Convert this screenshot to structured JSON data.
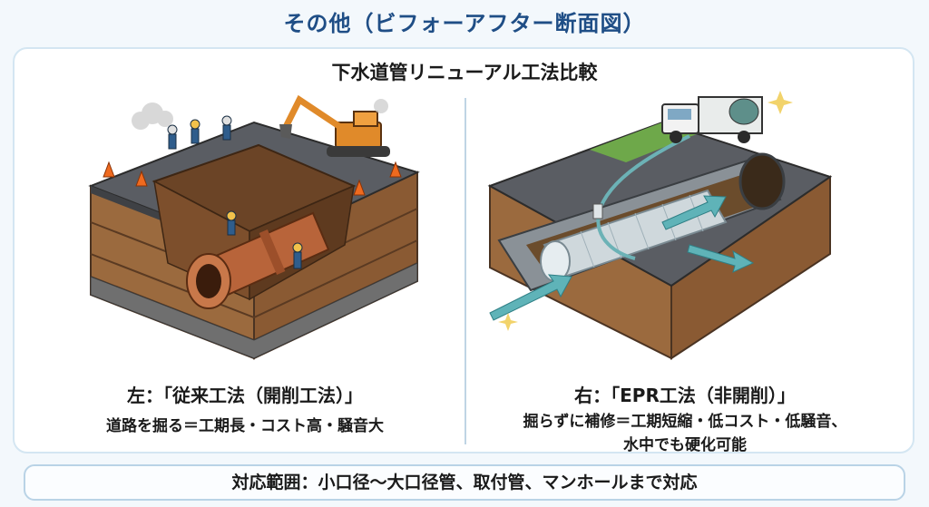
{
  "page_title": "その他（ビフォーアフター断面図）",
  "subtitle": "下水道管リニューアル工法比較",
  "left": {
    "heading": "左：「従来工法（開削工法）」",
    "description": "道路を掘る＝工期長・コスト高・騒音大"
  },
  "right": {
    "heading": "右：「EPR工法（非開削）」",
    "description_line1": "掘らずに補修＝工期短縮・低コスト・低騒音、",
    "description_line2": "水中でも硬化可能"
  },
  "footer": "対応範囲：小口径〜大口径管、取付管、マンホールまで対応",
  "colors": {
    "title": "#1f4e86",
    "pipe_old": "#b8643a",
    "pipe_repair": "#cfd8dc",
    "flow_arrow": "#5fb3b8",
    "excavator": "#e08a2a",
    "soil": "#8b5a32"
  }
}
